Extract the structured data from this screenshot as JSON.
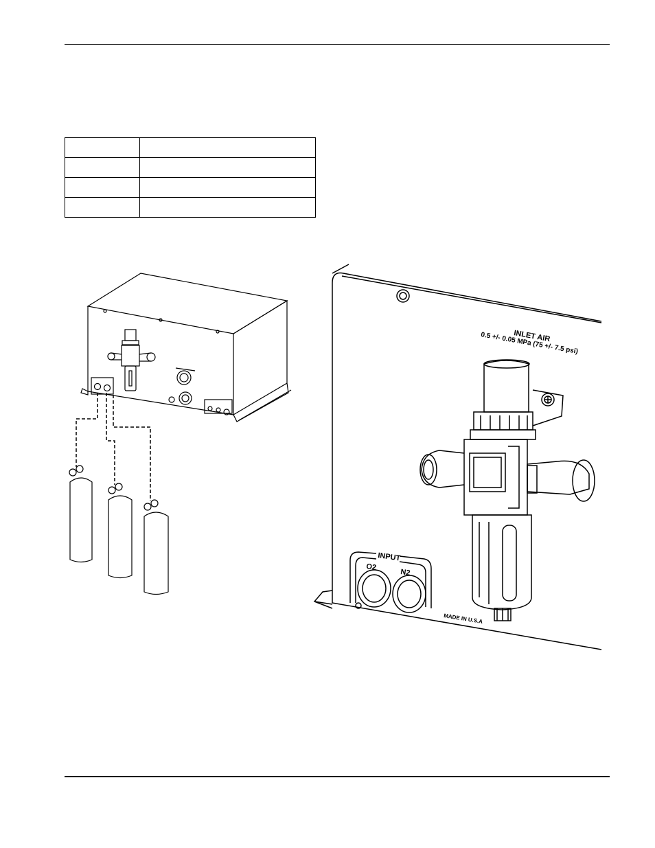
{
  "table": {
    "rows": [
      [
        "",
        ""
      ],
      [
        "",
        ""
      ],
      [
        "",
        ""
      ],
      [
        "",
        ""
      ]
    ]
  },
  "detail": {
    "inlet_title": "INLET AIR",
    "inlet_spec": "0.5 +/- 0.05 MPa (75 +/- 7.5 psi)",
    "input_label": "INPUT",
    "port_o2": "O2",
    "port_n2": "N2",
    "made_in": "MADE IN U.S.A"
  }
}
